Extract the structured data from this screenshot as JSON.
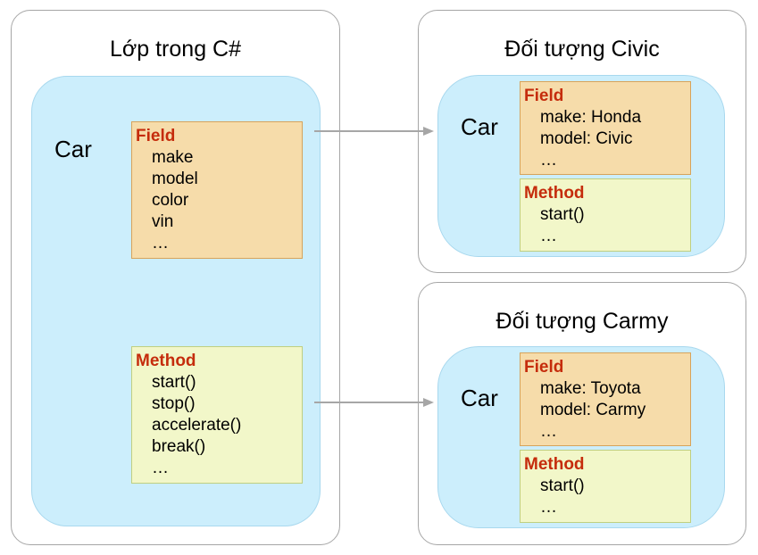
{
  "class_panel": {
    "title": "Lớp trong C#",
    "class_name": "Car",
    "field": {
      "heading": "Field",
      "items": [
        "make",
        "model",
        "color",
        "vin",
        "…"
      ]
    },
    "method": {
      "heading": "Method",
      "items": [
        "start()",
        "stop()",
        "accelerate()",
        "break()",
        "…"
      ]
    }
  },
  "objects": [
    {
      "title": "Đối tượng Civic",
      "class_name": "Car",
      "field": {
        "heading": "Field",
        "items": [
          "make: Honda",
          "model: Civic",
          "…"
        ]
      },
      "method": {
        "heading": "Method",
        "items": [
          "start()",
          "…"
        ]
      }
    },
    {
      "title": "Đối tượng Carmy",
      "class_name": "Car",
      "field": {
        "heading": "Field",
        "items": [
          "make: Toyota",
          "model: Carmy",
          "…"
        ]
      },
      "method": {
        "heading": "Method",
        "items": [
          "start()",
          "…"
        ]
      }
    }
  ],
  "colors": {
    "heading_red": "#c52c0c",
    "field_fill": "#f6dcaa",
    "method_fill": "#f2f7c9",
    "class_blob": "#cceefc",
    "arrow": "#a6a6a6"
  }
}
